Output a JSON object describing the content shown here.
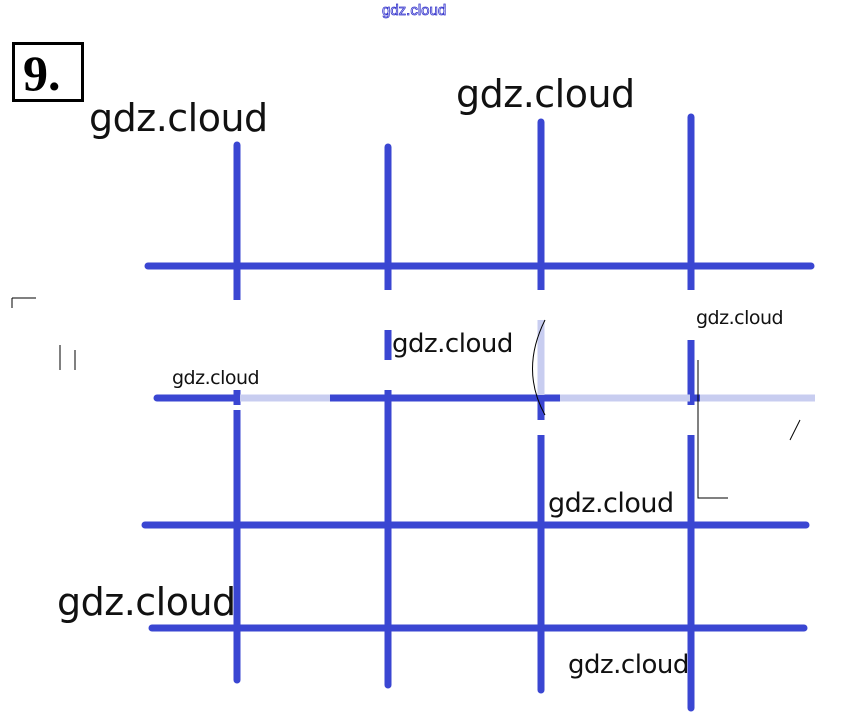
{
  "exercise_number": "9.",
  "header_watermark": "gdz.cloud",
  "watermarks": [
    "gdz.cloud",
    "gdz.cloud",
    "gdz.cloud",
    "gdz.cloud",
    "gdz.cloud",
    "gdz.cloud",
    "gdz.cloud",
    "gdz.cloud"
  ],
  "colors": {
    "grid_line": "#3a46d2",
    "faded_line": "#c8cdf0"
  }
}
